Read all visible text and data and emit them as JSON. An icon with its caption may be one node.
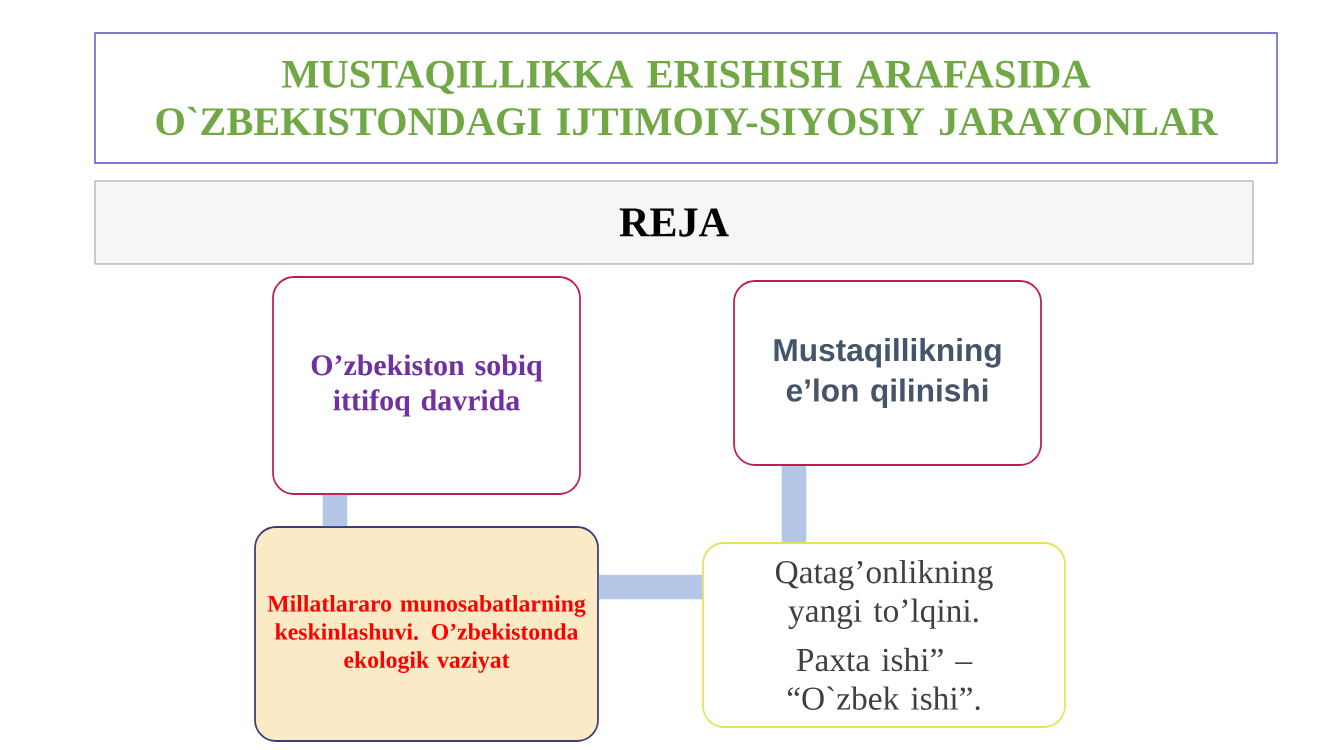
{
  "diagram": {
    "nodes": [
      {
        "text": [
          "MUSTAQILLIKKA ERISHISH ARAFASIDA O`ZBEKISTONDAGI IJTIMOIY-SIYOSIY JARAYONLAR"
        ]
      },
      {
        "text": [
          "REJA"
        ]
      },
      {
        "text": [
          "O’zbekiston sobiq ittifoq davrida"
        ]
      },
      {
        "text": [
          "Mustaqillikning e’lon qilinishi"
        ]
      },
      {
        "text": [
          "Millatlararo munosabatlarning keskinlashuvi. O’zbekistonda ekologik vaziyat"
        ]
      },
      {
        "text": [
          "Qatag’onlikning yangi to’lqini.",
          "Paxta ishi” – “O`zbek ishi”."
        ]
      }
    ],
    "edges": [
      {
        "from": 2,
        "to": 4,
        "arrow": "none"
      },
      {
        "from": 4,
        "to": 5,
        "arrow": "none"
      },
      {
        "from": 5,
        "to": 3,
        "arrow": "none"
      }
    ]
  }
}
